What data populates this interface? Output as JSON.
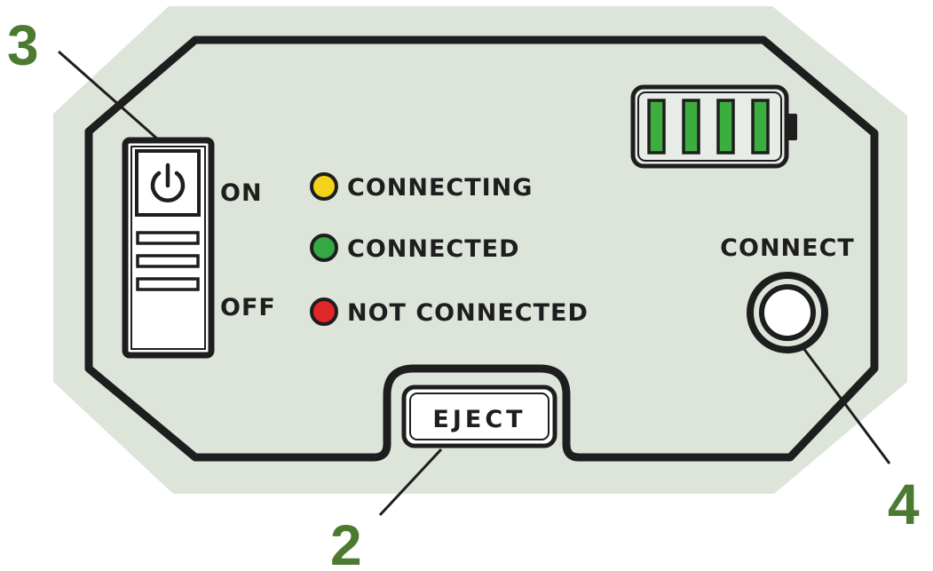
{
  "callouts": {
    "power": "3",
    "eject": "2",
    "connect": "4"
  },
  "power_switch": {
    "on_label": "ON",
    "off_label": "OFF",
    "icon": "power-icon"
  },
  "status_legend": [
    {
      "label": "CONNECTING",
      "color": "#f2d21b"
    },
    {
      "label": "CONNECTED",
      "color": "#33a843"
    },
    {
      "label": "NOT CONNECTED",
      "color": "#e0262b"
    }
  ],
  "battery": {
    "bars_lit": 4,
    "bars_total": 4,
    "bar_color": "#3cae3f"
  },
  "connect_button": {
    "label": "CONNECT"
  },
  "eject_button": {
    "label": "EJECT"
  },
  "colors": {
    "panel_fill": "#dde5da",
    "outline": "#1e1e1e",
    "callout": "#4c7a30"
  }
}
